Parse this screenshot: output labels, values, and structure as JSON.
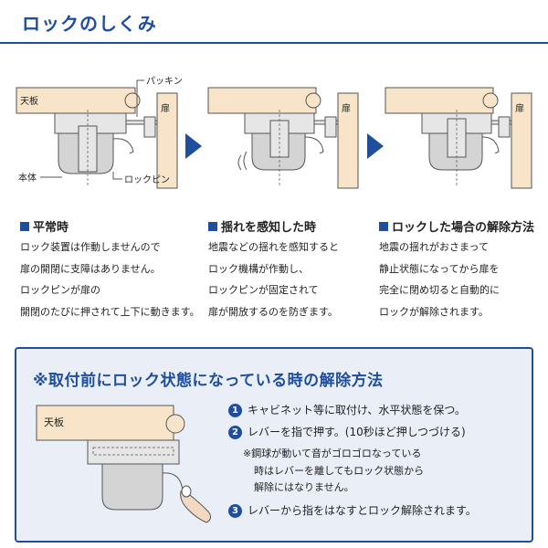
{
  "title": "ロックのしくみ",
  "diagram_labels": {
    "top_board": "天板",
    "door": "扉",
    "packing": "パッキン",
    "body": "本体",
    "lock_pin": "ロックピン"
  },
  "columns": [
    {
      "heading": "平常時",
      "lines": [
        "ロック装置は作動しませんので",
        "扉の開閉に支障はありません。",
        "ロックピンが扉の",
        "開閉のたびに押されて上下に動きます。"
      ]
    },
    {
      "heading": "揺れを感知した時",
      "lines": [
        "地震などの揺れを感知すると",
        "ロック機構が作動し、",
        "ロックピンが固定されて",
        "扉が開放するのを防ぎます。"
      ]
    },
    {
      "heading": "ロックした場合の解除方法",
      "lines": [
        "地震の揺れがおさまって",
        "静止状態になってから扉を",
        "完全に閉め切ると自動的に",
        "ロックが解除されます。"
      ]
    }
  ],
  "release": {
    "title": "※取付前にロック状態になっている時の解除方法",
    "board_label": "天板",
    "steps": [
      {
        "num": "1",
        "text": "キャビネット等に取付け、水平状態を保つ。"
      },
      {
        "num": "2",
        "text": "レバーを指で押す。(10秒ほど押しつづける)"
      },
      {
        "num": "3",
        "text": "レバーから指をはなすとロック解除されます。"
      }
    ],
    "note_lines": [
      "※鋼球が動いて音がゴロゴロなっている",
      "時はレバーを離してもロック状態から",
      "解除にはなりません。"
    ]
  },
  "colors": {
    "accent": "#1f4e9c",
    "board": "#f8e4c8",
    "box_bg": "#e9eef7"
  }
}
